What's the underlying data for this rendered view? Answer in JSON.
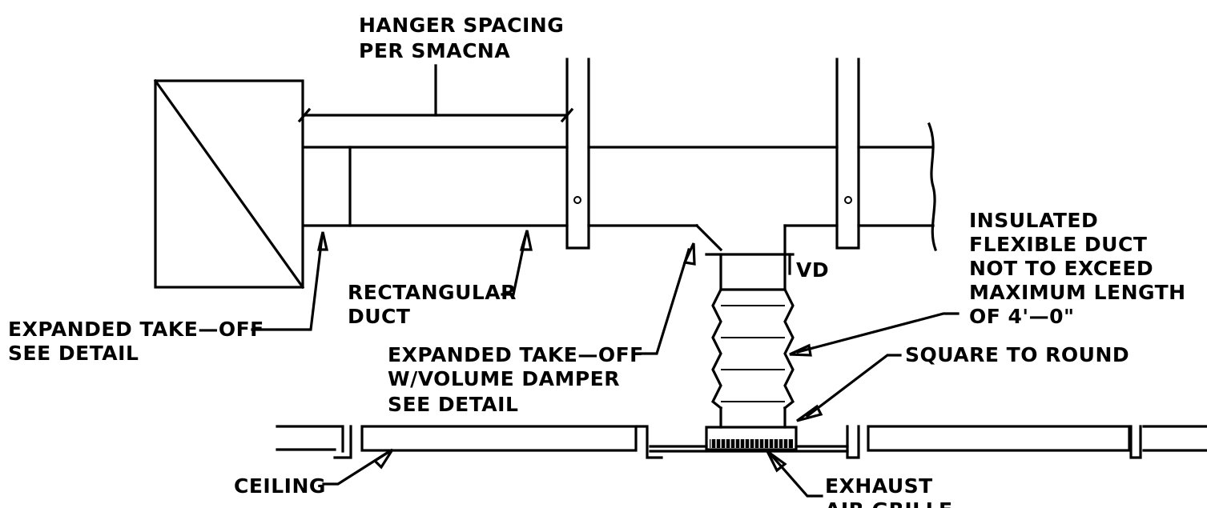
{
  "labels": {
    "hanger_spacing": [
      "HANGER SPACING",
      "PER SMACNA"
    ],
    "insulated_flex": [
      "INSULATED",
      "FLEXIBLE DUCT",
      "NOT TO EXCEED",
      "MAXIMUM LENGTH",
      "OF 4'—0\""
    ],
    "vd": "VD",
    "rectangular_duct": [
      "RECTANGULAR",
      "DUCT"
    ],
    "expanded_takeoff_left": [
      "EXPANDED TAKE—OFF",
      "SEE DETAIL"
    ],
    "expanded_takeoff_damper": [
      "EXPANDED TAKE—OFF",
      "W/VOLUME DAMPER",
      "SEE DETAIL"
    ],
    "square_to_round": "SQUARE TO ROUND",
    "ceiling": "CEILING",
    "exhaust_grille": [
      "EXHAUST",
      "AIR GRILLE"
    ]
  }
}
